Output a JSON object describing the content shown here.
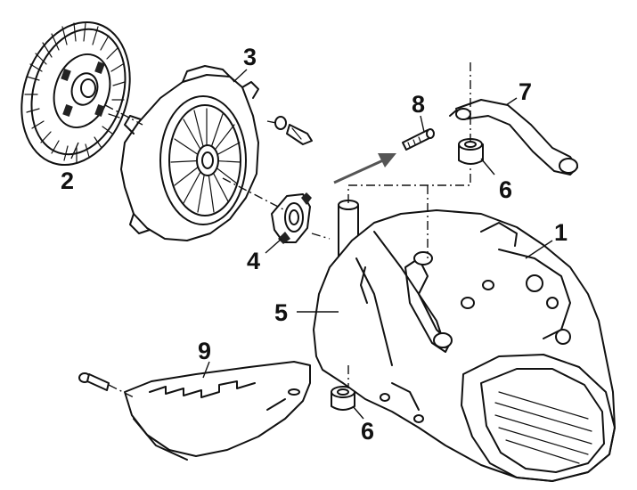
{
  "callouts": [
    {
      "id": "1",
      "label": "1"
    },
    {
      "id": "2",
      "label": "2"
    },
    {
      "id": "3",
      "label": "3"
    },
    {
      "id": "4",
      "label": "4"
    },
    {
      "id": "5",
      "label": "5"
    },
    {
      "id": "6a",
      "label": "6"
    },
    {
      "id": "6b",
      "label": "6"
    },
    {
      "id": "7",
      "label": "7"
    },
    {
      "id": "8",
      "label": "8"
    },
    {
      "id": "9",
      "label": "9"
    }
  ],
  "colors": {
    "ink": "#111111",
    "background": "#ffffff",
    "arrow": "#555555"
  }
}
